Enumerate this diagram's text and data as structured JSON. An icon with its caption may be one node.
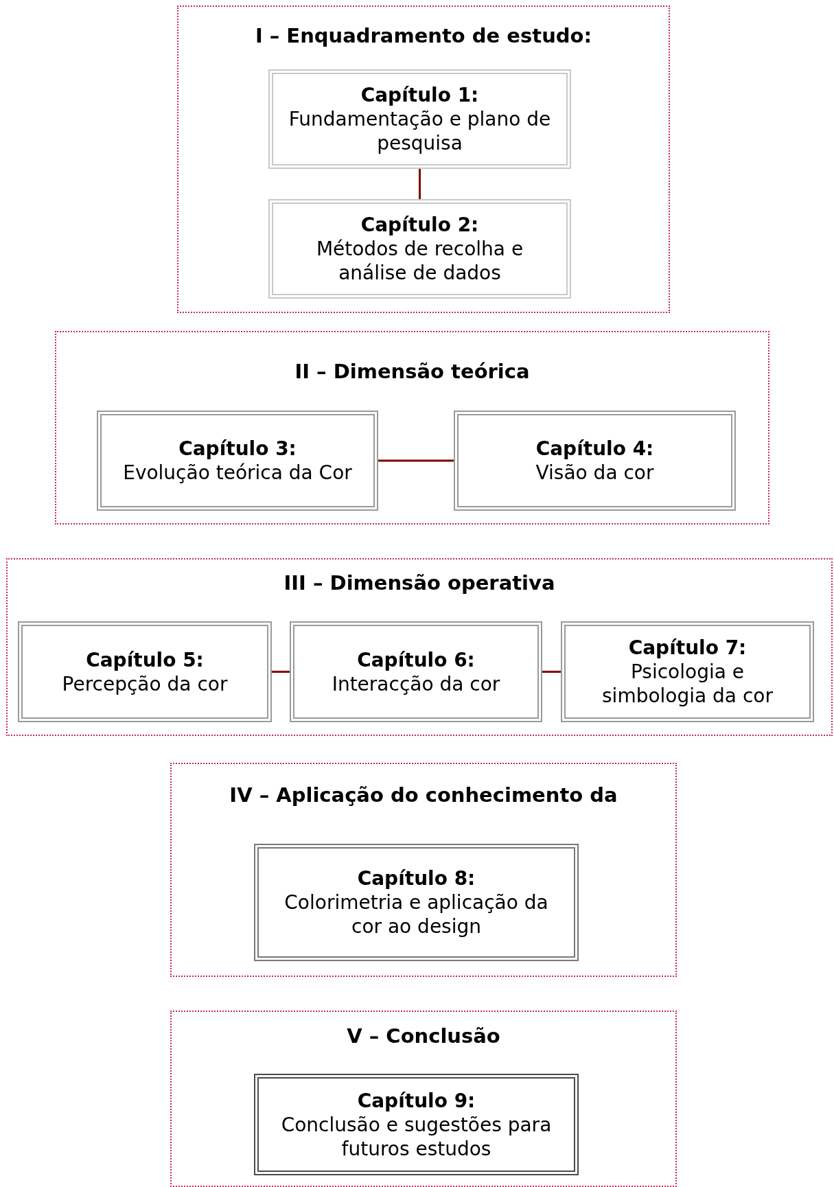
{
  "diagram": {
    "nodes": [
      {
        "text": [
          "I – Enquadramento de estudo:"
        ]
      },
      {
        "text": [
          "Capítulo 1:",
          "Fundamentação e plano de pesquisa"
        ],
        "in": 0
      },
      {
        "text": [
          "Capítulo 2:",
          "Métodos de recolha e análise de dados"
        ],
        "in": 0
      },
      {
        "text": [
          "II – Dimensão teórica"
        ]
      },
      {
        "text": [
          "Capítulo 3:",
          "Evolução teórica da Cor"
        ],
        "in": 3
      },
      {
        "text": [
          "Capítulo 4:",
          "Visão da cor"
        ],
        "in": 3
      },
      {
        "text": [
          "III – Dimensão operativa"
        ]
      },
      {
        "text": [
          "Capítulo 5:",
          "Percepção da cor"
        ],
        "in": 6
      },
      {
        "text": [
          "Capítulo 6:",
          "Interacção da cor"
        ],
        "in": 6
      },
      {
        "text": [
          "Capítulo 7:",
          "Psicologia e simbologia da cor"
        ],
        "in": 6
      },
      {
        "text": [
          "IV – Aplicação do conhecimento da"
        ]
      },
      {
        "text": [
          "Capítulo 8:",
          "Colorimetria e aplicação da cor ao design"
        ],
        "in": 10
      },
      {
        "text": [
          "V – Conclusão"
        ]
      },
      {
        "text": [
          "Capítulo 9:",
          "Conclusão e sugestões para futuros estudos"
        ],
        "in": 12
      }
    ],
    "edges": [
      {
        "from": 1,
        "to": 2,
        "arrow": "none"
      },
      {
        "from": 4,
        "to": 5,
        "arrow": "none"
      },
      {
        "from": 7,
        "to": 8,
        "arrow": "none"
      },
      {
        "from": 8,
        "to": 9,
        "arrow": "none"
      }
    ]
  }
}
